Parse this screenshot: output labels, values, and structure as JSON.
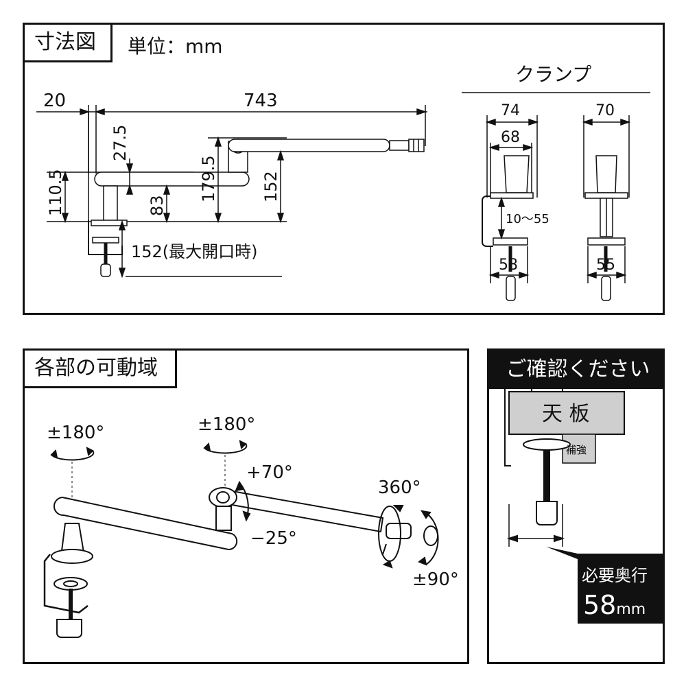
{
  "dimensions": {
    "title": "寸法図",
    "unit": "単位：mm",
    "dim_20": "20",
    "dim_743": "743",
    "dim_27_5": "27.5",
    "dim_110_5": "110.5",
    "dim_179_5": "179.5",
    "dim_83": "83",
    "dim_152": "152",
    "dim_152_max": "152(最大開口時)",
    "clamp_title": "クランプ",
    "clamp_74": "74",
    "clamp_68": "68",
    "clamp_70": "70",
    "clamp_range": "10～55",
    "clamp_58": "58",
    "clamp_55": "55"
  },
  "motion": {
    "title": "各部の可動域",
    "rot_base": "±180°",
    "rot_joint": "±180°",
    "tilt_up": "+70°",
    "tilt_down": "−25°",
    "spin": "360°",
    "swivel": "±90°"
  },
  "confirm": {
    "title": "ご確認ください",
    "tabletop": "天 板",
    "reinforce": "補強",
    "required_label": "必要奥行",
    "required_value": "58",
    "required_unit": "mm"
  }
}
